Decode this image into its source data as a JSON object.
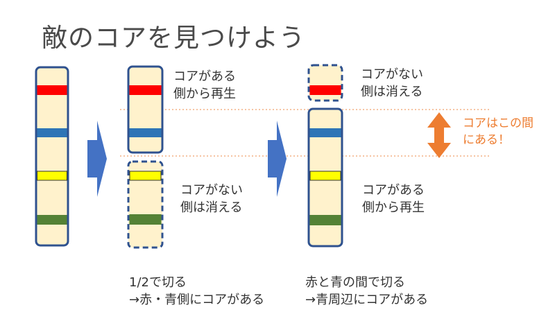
{
  "title": "敵のコアを見つけよう",
  "labels": {
    "regen_top": {
      "line1": "コアがある",
      "line2": "側から再生"
    },
    "vanish_bottom_mid": {
      "line1": "コアがない",
      "line2": "側は消える"
    },
    "vanish_top_right": {
      "line1": "コアがない",
      "line2": "側は消える"
    },
    "core_here": {
      "line1": "コアはこの間",
      "line2": "にある！"
    },
    "regen_bottom_right": {
      "line1": "コアがある",
      "line2": "側から再生"
    }
  },
  "captions": {
    "step1": {
      "line1": "1/2で切る",
      "line2": "→赤・青側にコアがある"
    },
    "step2": {
      "line1": "赤と青の間で切る",
      "line2": "→青周辺にコアがある"
    }
  },
  "colors": {
    "body_fill": "#FFF2CC",
    "outline": "#2F528F",
    "red_band": "#FF0000",
    "blue_band": "#2E75B6",
    "yellow_band": "#FFFF00",
    "green_band": "#548235",
    "arrow": "#4472C4",
    "guide": "#F4B183",
    "double_arrow": "#ED7D31"
  }
}
